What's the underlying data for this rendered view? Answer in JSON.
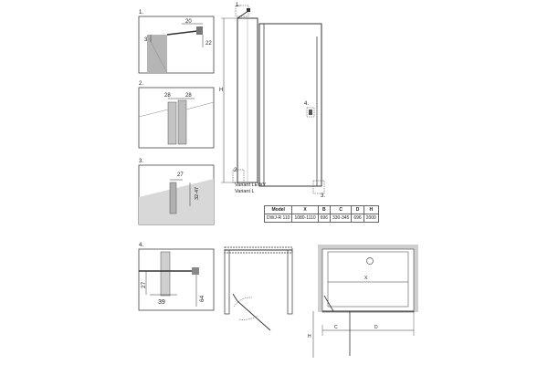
{
  "details": {
    "d1": {
      "num": "1.",
      "dims": [
        "20",
        "3",
        "22"
      ]
    },
    "d2": {
      "num": "2.",
      "dims": [
        "28",
        "28"
      ]
    },
    "d3": {
      "num": "3.",
      "dims": [
        "27",
        "32-47"
      ]
    },
    "d4": {
      "num": "4.",
      "dims": [
        "27",
        "39",
        "64"
      ]
    }
  },
  "elevation": {
    "H": "H",
    "callouts": [
      "1.",
      "2.",
      "3.",
      "4."
    ]
  },
  "variant": {
    "line1": "Variant LEWY",
    "line2": "Variant L"
  },
  "table": {
    "headers": [
      "Model",
      "X",
      "B",
      "C",
      "D",
      "H"
    ],
    "row": [
      "DWJ-R 110",
      "1080-1110",
      "696",
      "330-345",
      "696",
      "2000"
    ]
  },
  "plan": {
    "X": "X",
    "C": "C",
    "D": "D",
    "H": "H"
  }
}
